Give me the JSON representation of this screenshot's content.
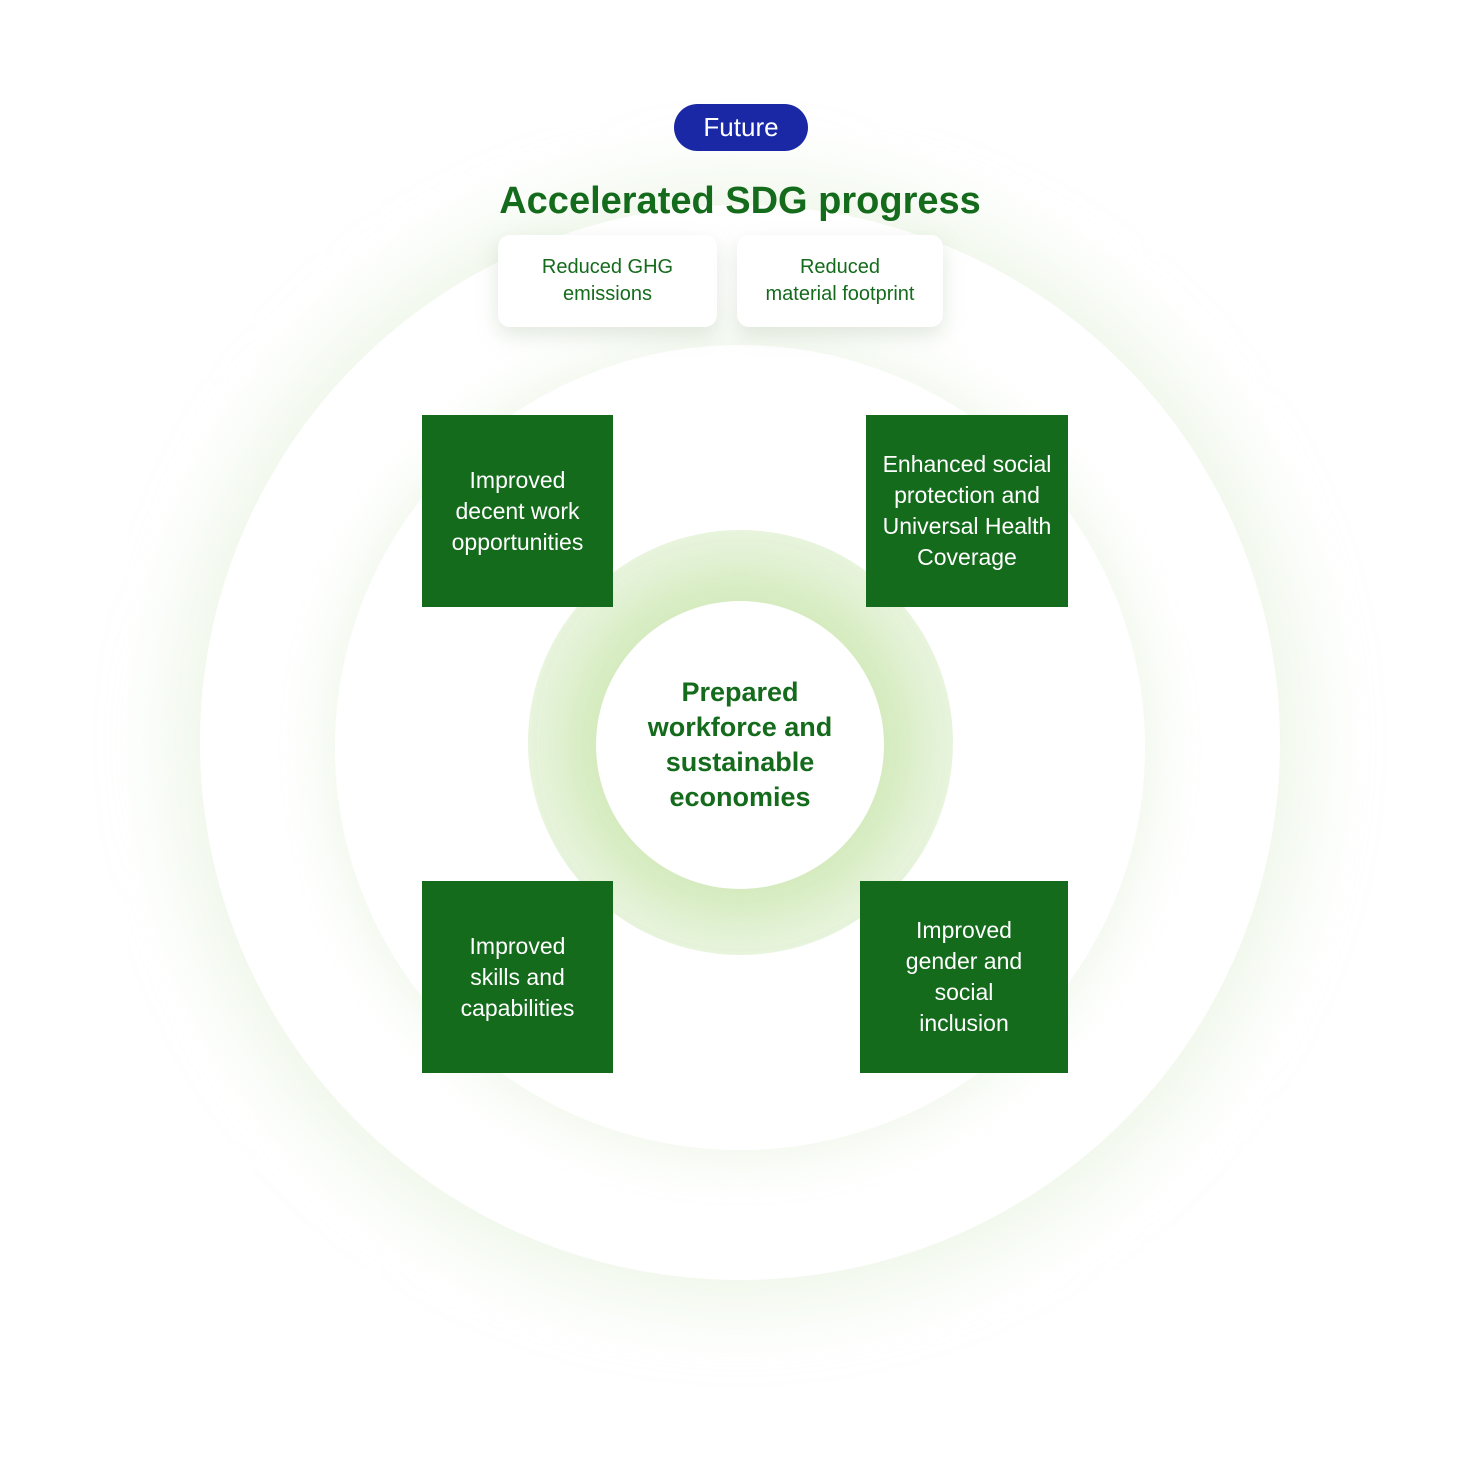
{
  "badge": {
    "label": "Future",
    "color": "#1a28a6"
  },
  "title": "Accelerated SDG progress",
  "outcomes": [
    {
      "label": "Reduced GHG\nemissions"
    },
    {
      "label": "Reduced\nmaterial footprint"
    }
  ],
  "center": {
    "label": "Prepared\nworkforce and\nsustainable\neconomies"
  },
  "boxes": {
    "top_left": "Improved\ndecent work\nopportunities",
    "top_right": "Enhanced social\nprotection and\nUniversal Health\nCoverage",
    "bottom_left": "Improved\nskills and\ncapabilities",
    "bottom_right": "Improved\ngender and\nsocial\ninclusion"
  },
  "colors": {
    "primary_green": "#156b1c",
    "badge_blue": "#1a28a6",
    "glow_green": "#dff0cf"
  }
}
